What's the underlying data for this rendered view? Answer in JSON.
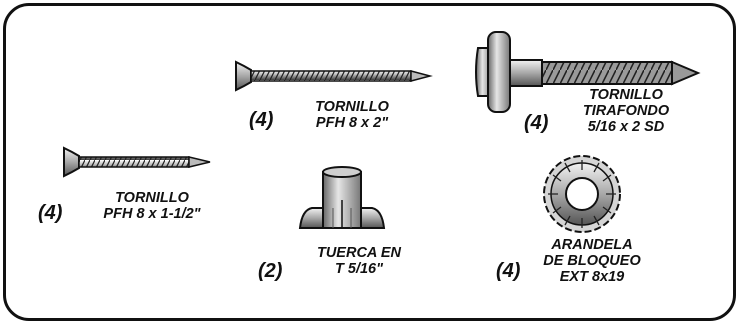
{
  "items": [
    {
      "qty": "(4)",
      "lines": [
        "TORNILLO",
        "PFH 8 x 2\""
      ]
    },
    {
      "qty": "(4)",
      "lines": [
        "TORNILLO",
        "TIRAFONDO",
        "5/16 x 2 SD"
      ]
    },
    {
      "qty": "(4)",
      "lines": [
        "TORNILLO",
        "PFH 8 x 1-1/2\""
      ]
    },
    {
      "qty": "(2)",
      "lines": [
        "TUERCA EN",
        "T 5/16\""
      ]
    },
    {
      "qty": "(4)",
      "lines": [
        "ARANDELA",
        "DE BLOQUEO",
        "EXT 8x19"
      ]
    }
  ],
  "icons": [
    "screw-pfh-2-icon",
    "lag-screw-icon",
    "screw-pfh-1-5-icon",
    "t-nut-icon",
    "lock-washer-icon"
  ]
}
